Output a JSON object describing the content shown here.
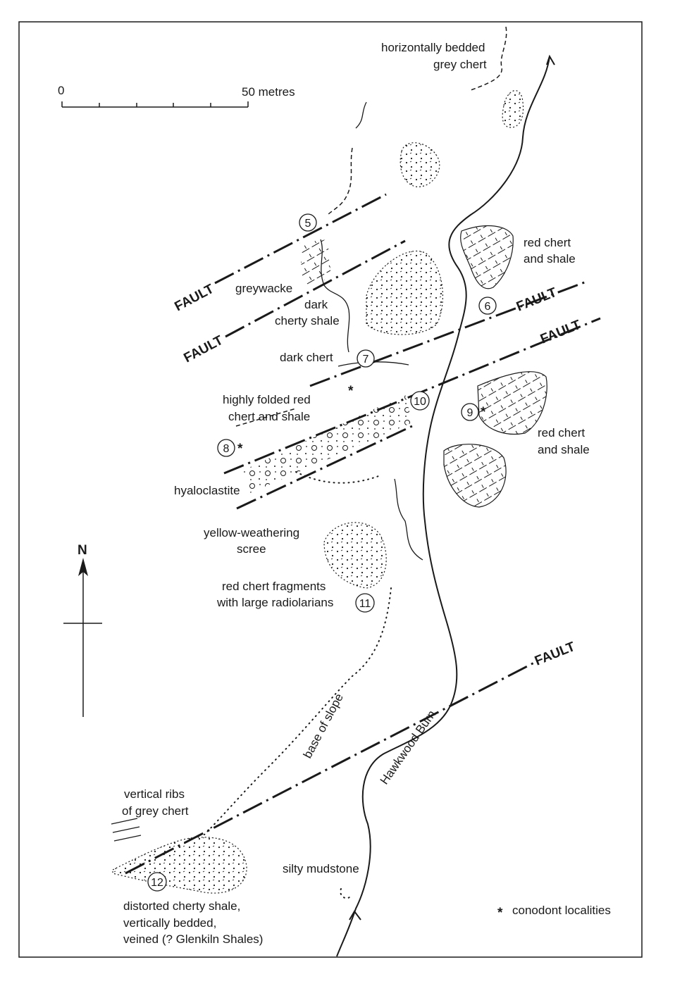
{
  "scale_bar": {
    "start_label": "0",
    "end_label": "50 metres"
  },
  "north": {
    "label": "N"
  },
  "river": {
    "name": "Hawkwood Burn"
  },
  "faults": {
    "label": "FAULT"
  },
  "labels": {
    "horizontally_bedded_grey_chert": [
      "horizontally bedded",
      "grey chert"
    ],
    "red_chert_shale_ne": [
      "red chert",
      "and shale"
    ],
    "greywacke": "greywacke",
    "dark_cherty_shale": [
      "dark",
      "cherty shale"
    ],
    "dark_chert": "dark chert",
    "highly_folded": [
      "highly folded red",
      "chert and shale"
    ],
    "red_chert_shale_e": [
      "red chert",
      "and shale"
    ],
    "hyaloclastite": "hyaloclastite",
    "yellow_scree": [
      "yellow-weathering",
      "scree"
    ],
    "red_chert_fragments": [
      "red chert fragments",
      "with large radiolarians"
    ],
    "base_of_slope": "base of slope",
    "vertical_ribs": [
      "vertical ribs",
      "of grey chert"
    ],
    "silty_mudstone": "silty mudstone",
    "distorted": [
      "distorted cherty shale,",
      "vertically bedded,",
      "veined (? Glenkiln Shales)"
    ]
  },
  "localities": [
    "5",
    "6",
    "7",
    "8",
    "9",
    "10",
    "11",
    "12"
  ],
  "conodont_marker": "*",
  "legend": {
    "symbol": "*",
    "text": "conodont localities"
  }
}
